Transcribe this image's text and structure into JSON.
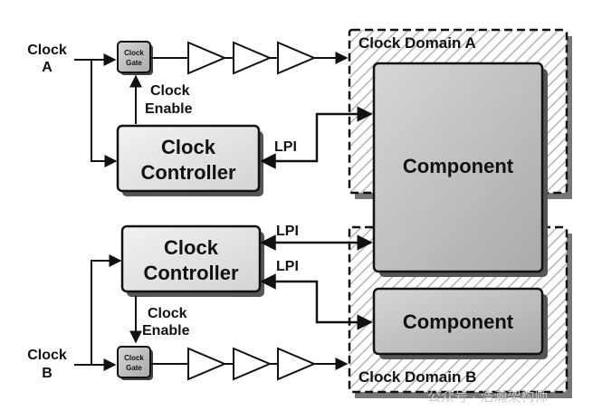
{
  "inputs": {
    "clock_a": [
      "Clock",
      "A"
    ],
    "clock_b": [
      "Clock",
      "B"
    ]
  },
  "gates": {
    "gate_a": [
      "Clock",
      "Gate"
    ],
    "gate_b": [
      "Clock",
      "Gate"
    ]
  },
  "enables": {
    "enable_a": [
      "Clock",
      "Enable"
    ],
    "enable_b": [
      "Clock",
      "Enable"
    ]
  },
  "controllers": {
    "controller_a": [
      "Clock",
      "Controller"
    ],
    "controller_b": [
      "Clock",
      "Controller"
    ]
  },
  "lpi": {
    "lpi_a": "LPI",
    "lpi_b1": "LPI",
    "lpi_b2": "LPI"
  },
  "domains": {
    "domain_a": "Clock Domain A",
    "domain_b": "Clock Domain B"
  },
  "components": {
    "component_shared": "Component",
    "component_b": "Component"
  },
  "watermark": "公众号 · 浩瀚架构师",
  "colors": {
    "box_fill_light": "#e6e6e6",
    "component_fill": "#c2c2c2",
    "stroke": "#111111",
    "hatch": "#b5b5b5",
    "shadow": "#666666"
  }
}
